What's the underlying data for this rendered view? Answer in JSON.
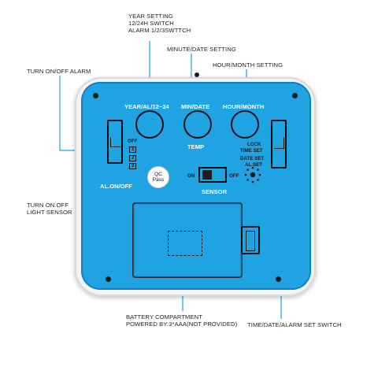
{
  "callouts": {
    "year_setting": [
      "YEAR SETTING",
      "12/24H SWITCH",
      "ALARM 1/2/3SWTTCH"
    ],
    "minute_date": "MINUTE/DATE SETTING",
    "hour_month": "HOUR/MONTH SETTING",
    "turn_alarm": "TURN ON/OFF ALARM",
    "light_sensor": [
      "TURN ON.OFF",
      "LIGHT SENSOR"
    ],
    "battery": [
      "BATTERY COMPARTMENT",
      "POWERED BY:3*AAA(NOT PROVIDED)"
    ],
    "set_switch": "TIME/DATE/ALARM SET SWITCH"
  },
  "device": {
    "buttons": [
      {
        "label": "YEAR/AL/12~24"
      },
      {
        "label": "MIN/DATE",
        "sublabel": "TEMP"
      },
      {
        "label": "HOUR/MONTH"
      }
    ],
    "alarm_switch": {
      "label": "AL.ON/OFF",
      "positions": [
        "OFF",
        "1",
        "2",
        "3"
      ]
    },
    "sensor_switch": {
      "label": "SENSOR",
      "on": "ON",
      "off": "OFF"
    },
    "set_switch": {
      "positions": [
        "LOCK",
        "TIME SET",
        "DATE SET",
        "AL.SET"
      ]
    },
    "qc_badge": [
      "QC",
      "Pass"
    ]
  },
  "colors": {
    "face": "#1fa3e3",
    "shell": "#f3f4f6",
    "line": "#1fa3e3"
  }
}
